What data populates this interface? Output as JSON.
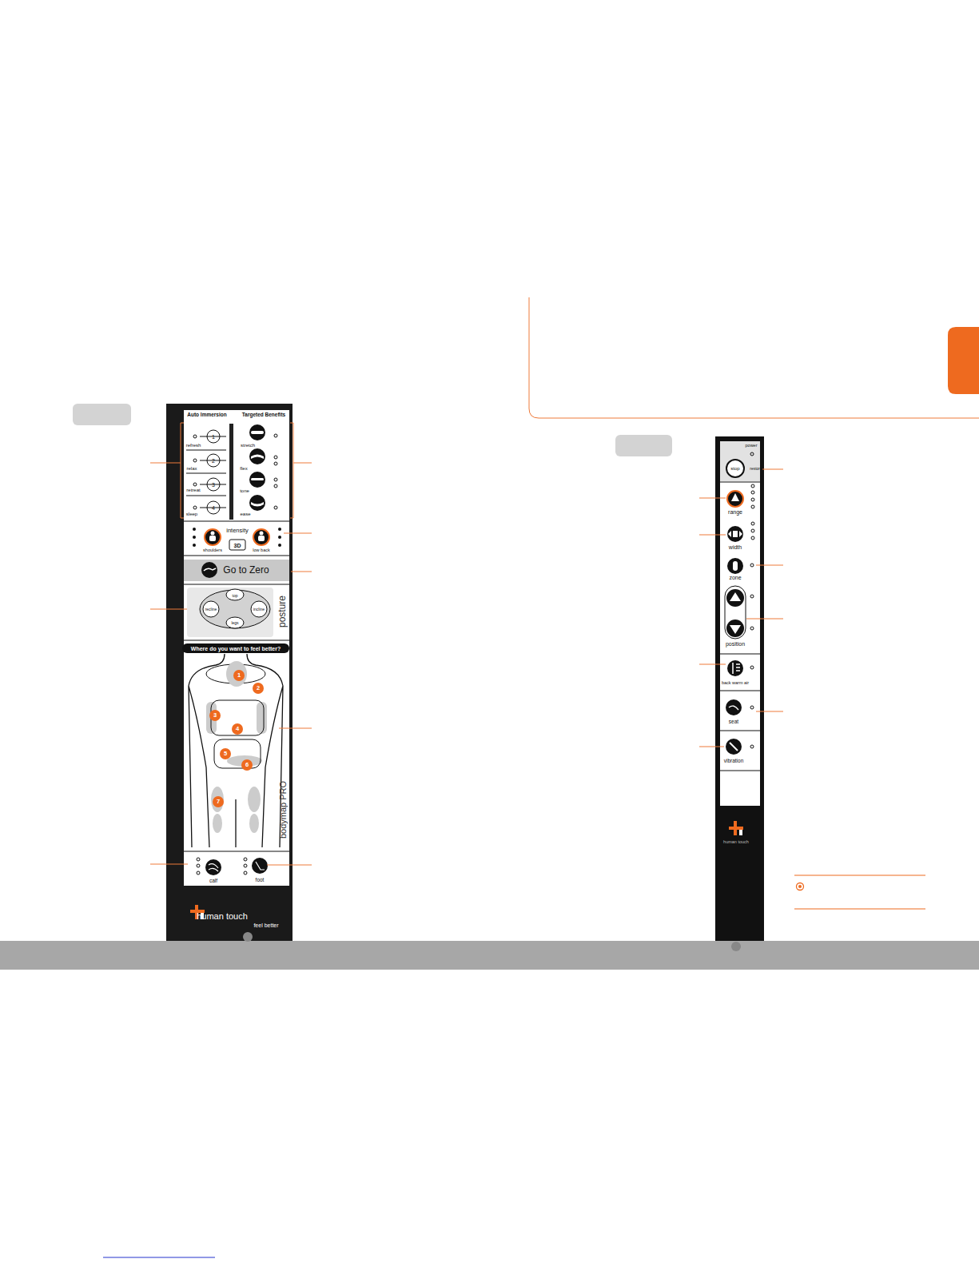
{
  "diagram": {
    "nodes": [
      {
        "text": [
          "human touch",
          "feel better"
        ]
      },
      {
        "text": [
          "Go to Zero"
        ],
        "in": 0
      },
      {
        "text": [
          "human touch"
        ]
      }
    ],
    "labels": [
      "Auto Immersion",
      "Targeted Benefits",
      "refresh",
      "relax",
      "retreat",
      "sleep",
      "1",
      "2",
      "3",
      "4",
      "stretch",
      "flex",
      "tone",
      "ease",
      "intensity",
      "3D",
      "shoulders",
      "low back",
      "top",
      "recline",
      "incline",
      "legs",
      "posture",
      "Where do you want to feel better?",
      "1",
      "2",
      "3",
      "4",
      "5",
      "6",
      "7",
      "bodymap PRO",
      "calf",
      "foot",
      "power",
      "stop",
      "restore",
      "range",
      "width",
      "zone",
      "position",
      "back warm air",
      "seat",
      "vibration"
    ]
  }
}
